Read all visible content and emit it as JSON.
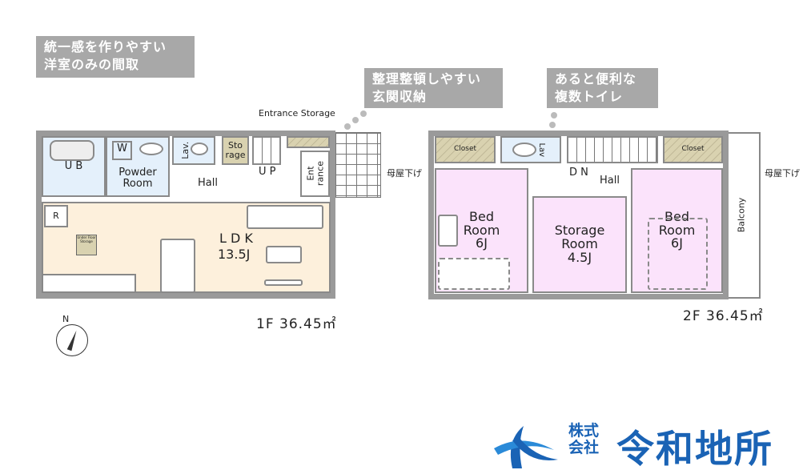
{
  "callouts": {
    "unified_rooms": [
      "統一感を作りやすい",
      "洋室のみの間取"
    ],
    "entrance_storage_note": [
      "整理整頓しやすい",
      "玄関収納"
    ],
    "toilets_note": [
      "あると便利な",
      "複数トイレ"
    ]
  },
  "floor1": {
    "entrance_storage": "Entrance Storage",
    "ub": "U B",
    "powder_room": "Powder Room",
    "w": "W",
    "lav": "Lav.",
    "storage": "Sto rage",
    "up": "U P",
    "hall": "Hall",
    "entrance": "Ent rance",
    "refrigerator": "R",
    "underfloor": "Under Floor Storage",
    "ldk_name": "L D K",
    "ldk_size": "13.5J",
    "area": "1F 36.45㎡"
  },
  "floor2": {
    "closet_left": "Closet",
    "closet_right": "Closet",
    "lav": "Lav",
    "dn": "D N",
    "hall": "Hall",
    "bed1_name": "Bed Room",
    "bed1_size": "6J",
    "storage_name": "Storage Room",
    "storage_size": "4.5J",
    "bed2_name": "Bed Room",
    "bed2_size": "6J",
    "balcony": "Balcony",
    "roof_left": "母屋下げ",
    "roof_right": "母屋下げ",
    "area": "2F 36.45㎡"
  },
  "compass": "N",
  "logo": {
    "small": [
      "株式",
      "会社"
    ],
    "name": "令和地所"
  },
  "colors": {
    "ldk": "#fdf0dc",
    "bedroom": "#fbe3fb",
    "wet": "#e4f0fb",
    "storage": "#d9d2b0",
    "logo_blue": "#1a63b5",
    "logo_gold": "#f0a818"
  }
}
